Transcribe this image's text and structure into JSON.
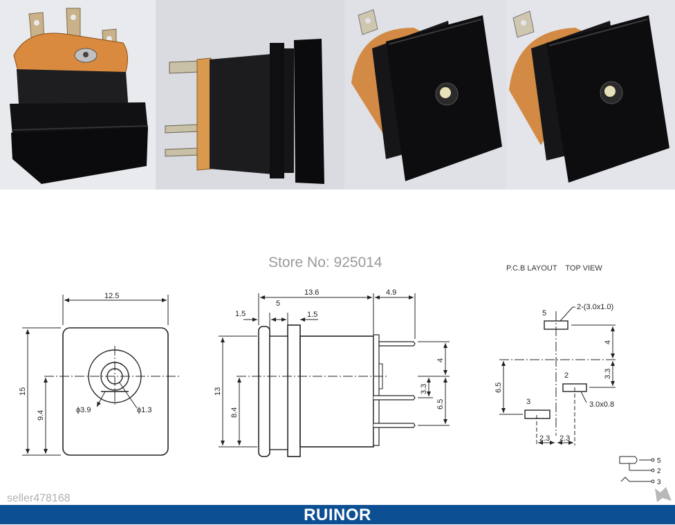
{
  "photos": [
    {
      "name": "connector-photo-rear-pins"
    },
    {
      "name": "connector-photo-side"
    },
    {
      "name": "connector-photo-front-angle"
    },
    {
      "name": "connector-photo-front-angle-2"
    }
  ],
  "watermarks": {
    "store": "Store No: 925014",
    "seller": "seller478168"
  },
  "front_view": {
    "width": "12.5",
    "height": "15",
    "center_height": "9.4",
    "outer_diameter": "ϕ3.9",
    "pin_diameter": "ϕ1.3"
  },
  "side_view": {
    "body_length": "13.6",
    "pin_length": "4.9",
    "flange_gap": "5",
    "flange_left": "1.5",
    "flange_right": "1.5",
    "height": "13",
    "center_height": "8.4",
    "pin_top_offset": "4",
    "pin_mid_offset": "3.3",
    "pin_bottom_offset": "6.5"
  },
  "pcb_layout": {
    "title": "P.C.B LAYOUT    TOP VIEW",
    "slot_size": "2-(3.0x1.0)",
    "slot2_size": "3.0x0.8",
    "pin_5": "5",
    "pin_2": "2",
    "pin_3": "3",
    "dim_top": "4",
    "dim_mid": "3.3",
    "dim_left": "6.5",
    "dim_h1": "2.3",
    "dim_h2": "2.3"
  },
  "schematic": {
    "pin_5": "5",
    "pin_2": "2",
    "pin_3": "3"
  },
  "footer": {
    "brand": "RUINOR"
  }
}
